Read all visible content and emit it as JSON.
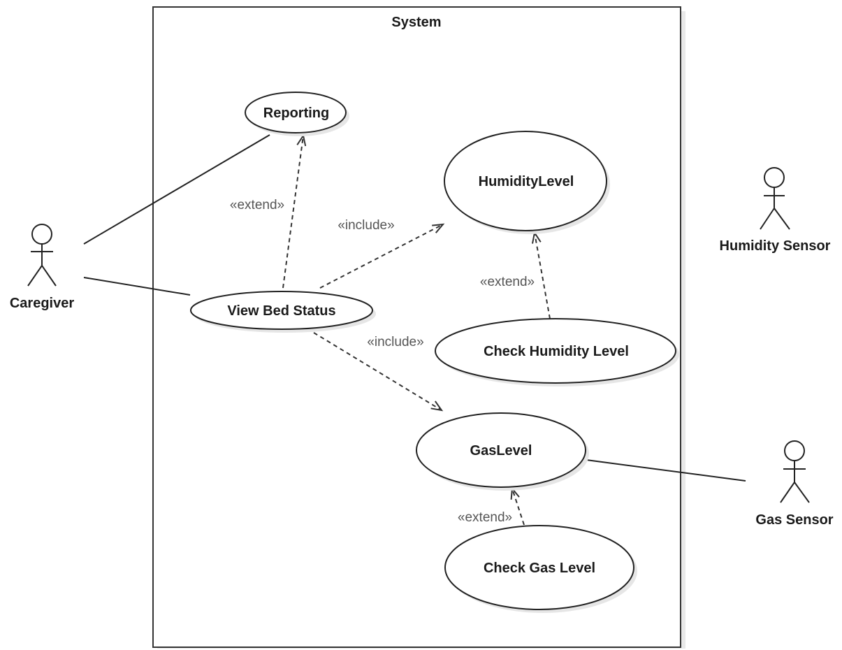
{
  "system": {
    "title": "System"
  },
  "actors": {
    "caregiver": "Caregiver",
    "humidity_sensor": "Humidity Sensor",
    "gas_sensor": "Gas Sensor"
  },
  "use_cases": {
    "reporting": "Reporting",
    "humidity_level": "HumidityLevel",
    "view_bed_status": "View Bed Status",
    "check_humidity_level": "Check Humidity Level",
    "gas_level": "GasLevel",
    "check_gas_level": "Check Gas Level"
  },
  "relationships": {
    "extend_reporting": "«extend»",
    "include_humidity": "«include»",
    "extend_humidity": "«extend»",
    "include_gas": "«include»",
    "extend_gas": "«extend»"
  }
}
